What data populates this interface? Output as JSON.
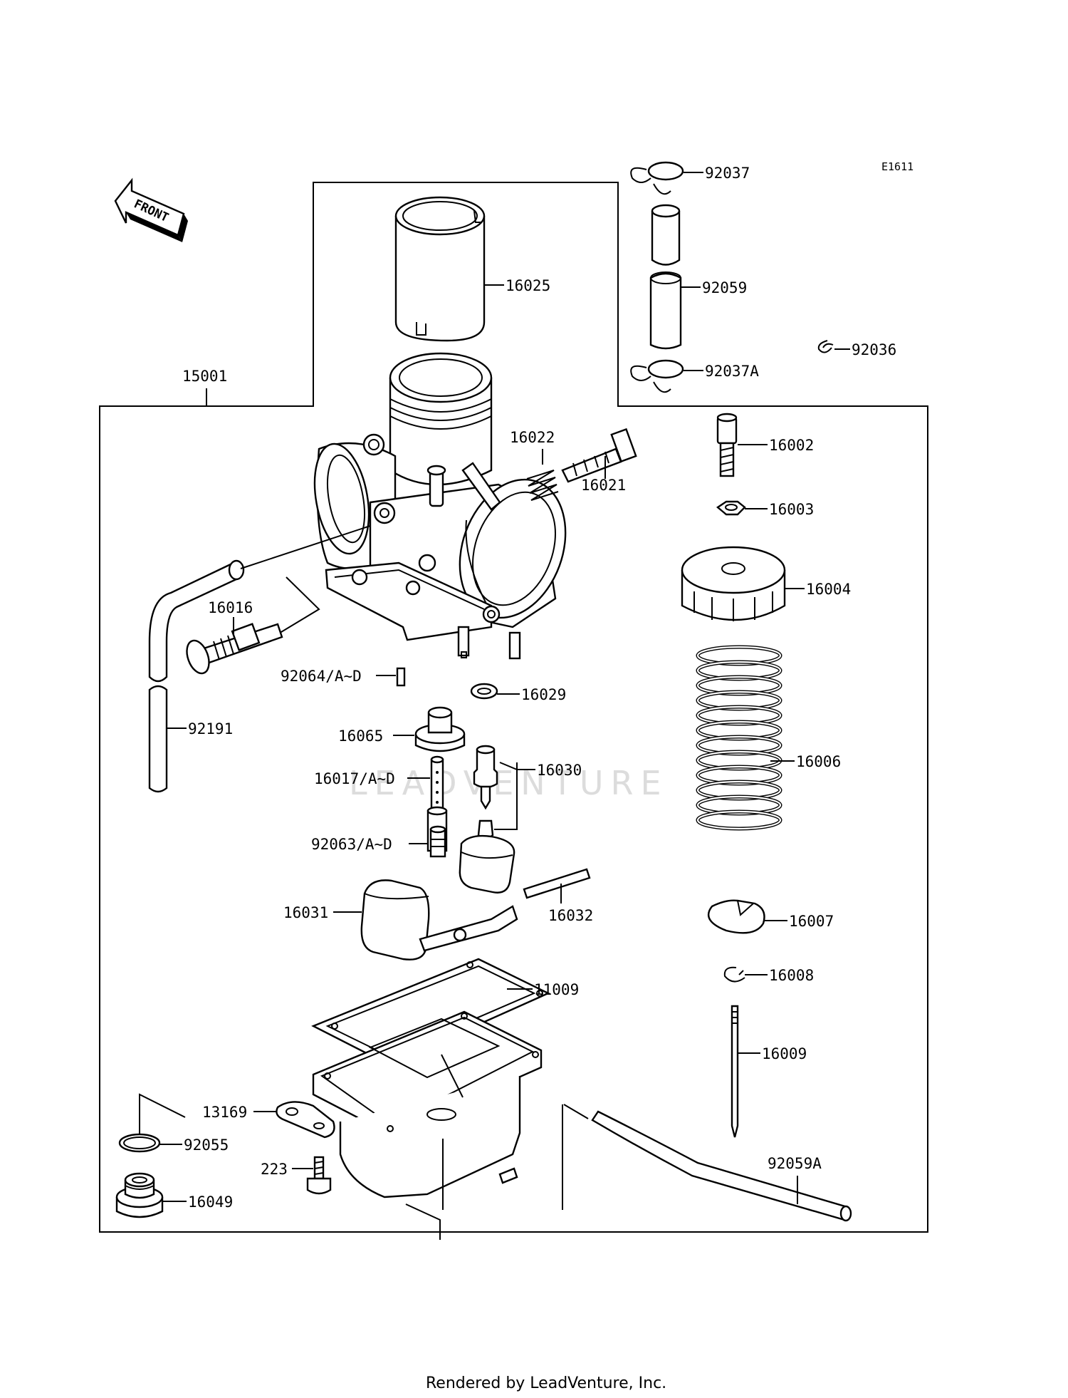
{
  "diagram_code": "E1611",
  "front_label": "FRONT",
  "footer": "Rendered by LeadVenture, Inc.",
  "watermark": "LEADVENTURE",
  "parts": {
    "p15001": "15001",
    "p16025": "16025",
    "p92037": "92037",
    "p92059": "92059",
    "p92036": "92036",
    "p92037A": "92037A",
    "p16022": "16022",
    "p16021": "16021",
    "p16002": "16002",
    "p16003": "16003",
    "p16004": "16004",
    "p16016": "16016",
    "p92064": "92064/A~D",
    "p16029": "16029",
    "p16065": "16065",
    "p92191": "92191",
    "p16017": "16017/A~D",
    "p16030": "16030",
    "p16006": "16006",
    "p92063": "92063/A~D",
    "p16031": "16031",
    "p16032": "16032",
    "p16007": "16007",
    "p11009": "11009",
    "p16008": "16008",
    "p16009": "16009",
    "p13169": "13169",
    "p92055": "92055",
    "p92059A": "92059A",
    "p223": "223",
    "p16049": "16049"
  }
}
